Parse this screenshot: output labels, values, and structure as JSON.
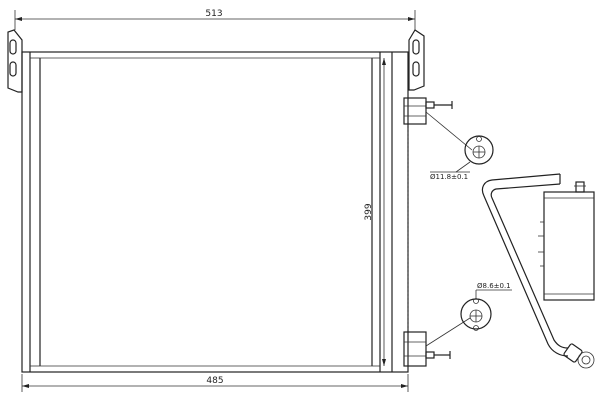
{
  "drawing": {
    "dimension_width_top": "513",
    "dimension_height": "399",
    "dimension_width_bottom": "485",
    "fitting_upper_diameter": "Ø11.8±0.1",
    "fitting_lower_diameter": "Ø8.6±0.1"
  },
  "colors": {
    "stroke": "#222222",
    "background": "#ffffff"
  }
}
